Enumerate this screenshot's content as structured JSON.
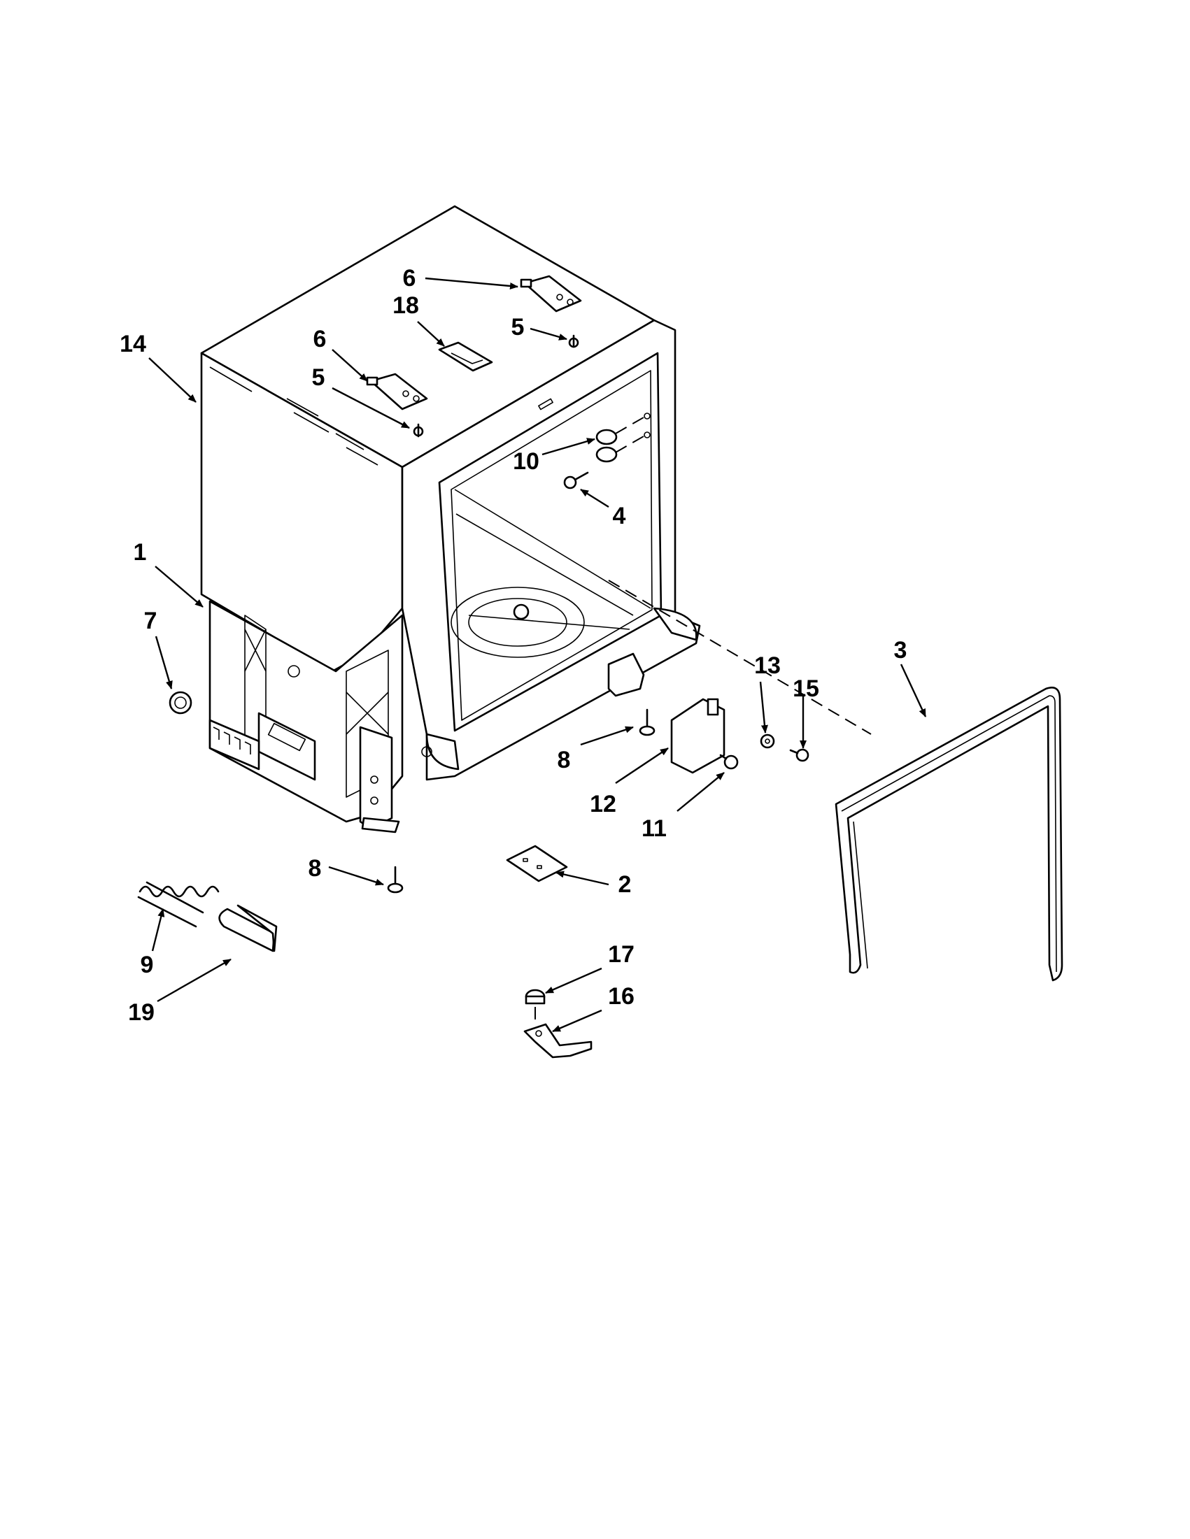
{
  "callouts": [
    {
      "id": "c14",
      "label": "14"
    },
    {
      "id": "c6a",
      "label": "6"
    },
    {
      "id": "c18",
      "label": "18"
    },
    {
      "id": "c5a",
      "label": "5"
    },
    {
      "id": "c6b",
      "label": "6"
    },
    {
      "id": "c5b",
      "label": "5"
    },
    {
      "id": "c10",
      "label": "10"
    },
    {
      "id": "c4",
      "label": "4"
    },
    {
      "id": "c1",
      "label": "1"
    },
    {
      "id": "c7",
      "label": "7"
    },
    {
      "id": "c3",
      "label": "3"
    },
    {
      "id": "c13",
      "label": "13"
    },
    {
      "id": "c15",
      "label": "15"
    },
    {
      "id": "c8a",
      "label": "8"
    },
    {
      "id": "c12",
      "label": "12"
    },
    {
      "id": "c11",
      "label": "11"
    },
    {
      "id": "c8b",
      "label": "8"
    },
    {
      "id": "c2",
      "label": "2"
    },
    {
      "id": "c9",
      "label": "9"
    },
    {
      "id": "c19",
      "label": "19"
    },
    {
      "id": "c17",
      "label": "17"
    },
    {
      "id": "c16",
      "label": "16"
    }
  ]
}
